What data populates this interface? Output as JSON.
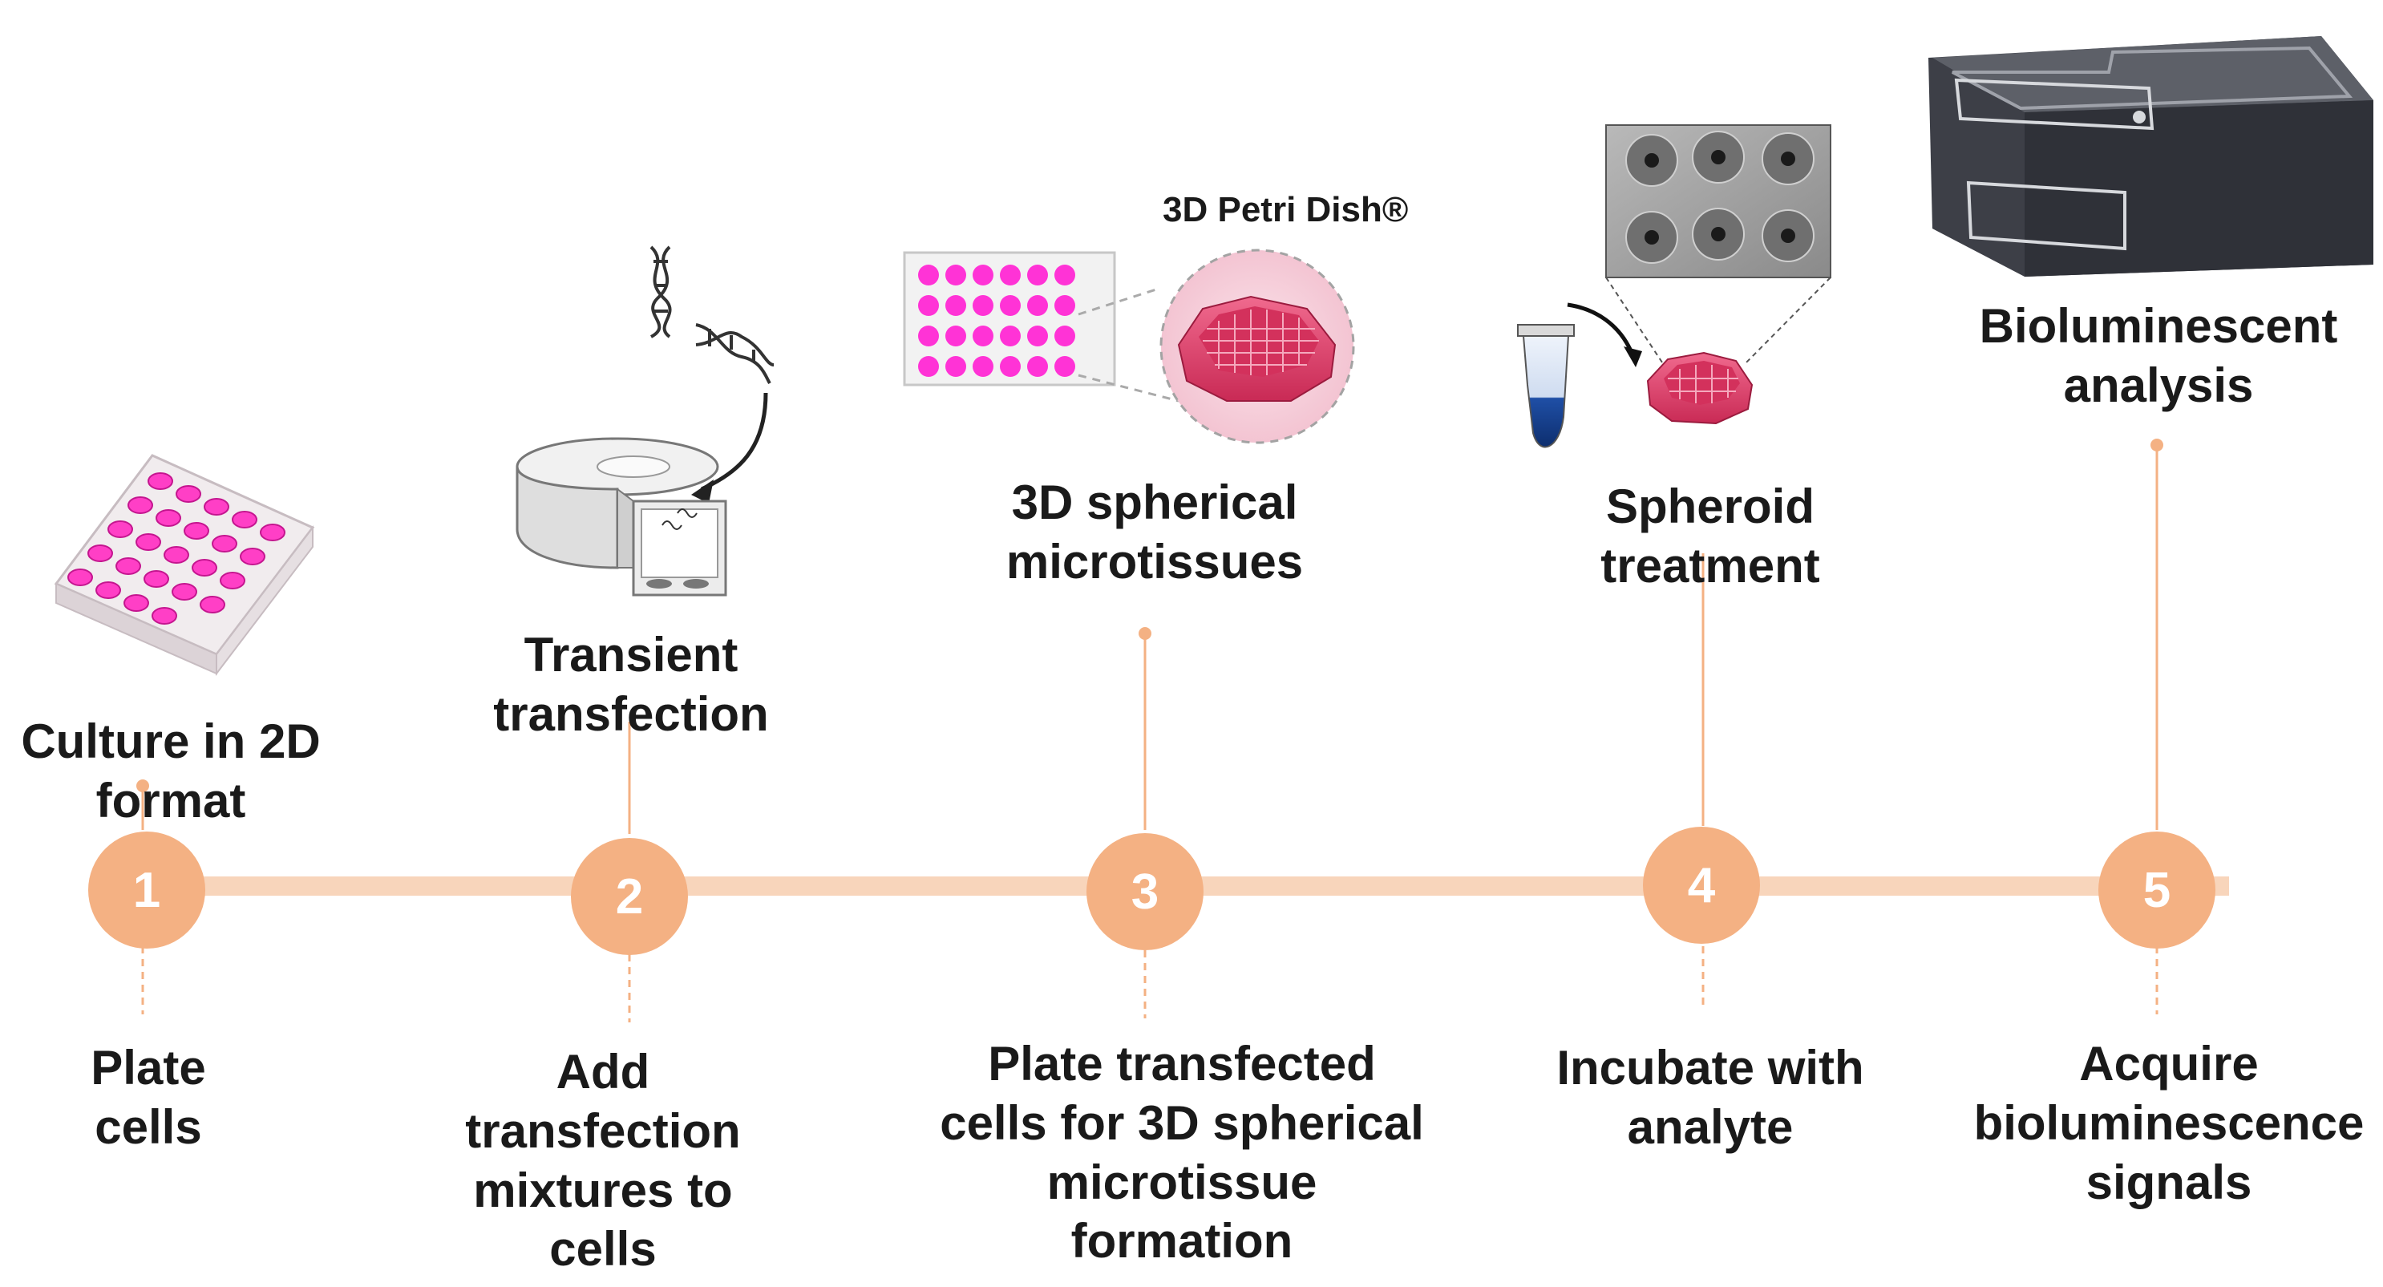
{
  "colors": {
    "timeline": "#f8d5bb",
    "step_circle": "#f4b183",
    "connector": "#f4b183",
    "magenta": "#ff33cc",
    "tissue_red": "#e83d6b",
    "instrument": "#3d3f47"
  },
  "steps": [
    {
      "number": "1",
      "top_label": [
        "Culture in 2D",
        "format"
      ],
      "bottom_label": [
        "Plate",
        "cells"
      ],
      "icon": "well-plate-icon"
    },
    {
      "number": "2",
      "top_label": [
        "Transient",
        "transfection"
      ],
      "bottom_label": [
        "Add",
        "transfection",
        "mixtures to",
        "cells"
      ],
      "icon": "transfection-insert-icon"
    },
    {
      "number": "3",
      "top_label": [
        "3D spherical",
        "microtissues"
      ],
      "bottom_label": [
        "Plate transfected",
        "cells for 3D spherical",
        "microtissue",
        "formation"
      ],
      "icon": "petri-dish-3d-icon",
      "image_caption": "3D Petri Dish®"
    },
    {
      "number": "4",
      "top_label": [
        "Spheroid",
        "treatment"
      ],
      "bottom_label": [
        "Incubate with",
        "analyte"
      ],
      "icon": "spheroid-treatment-icon"
    },
    {
      "number": "5",
      "top_label": [
        "Bioluminescent",
        "analysis"
      ],
      "bottom_label": [
        "Acquire",
        "bioluminescence",
        "signals"
      ],
      "icon": "luminometer-icon"
    }
  ]
}
